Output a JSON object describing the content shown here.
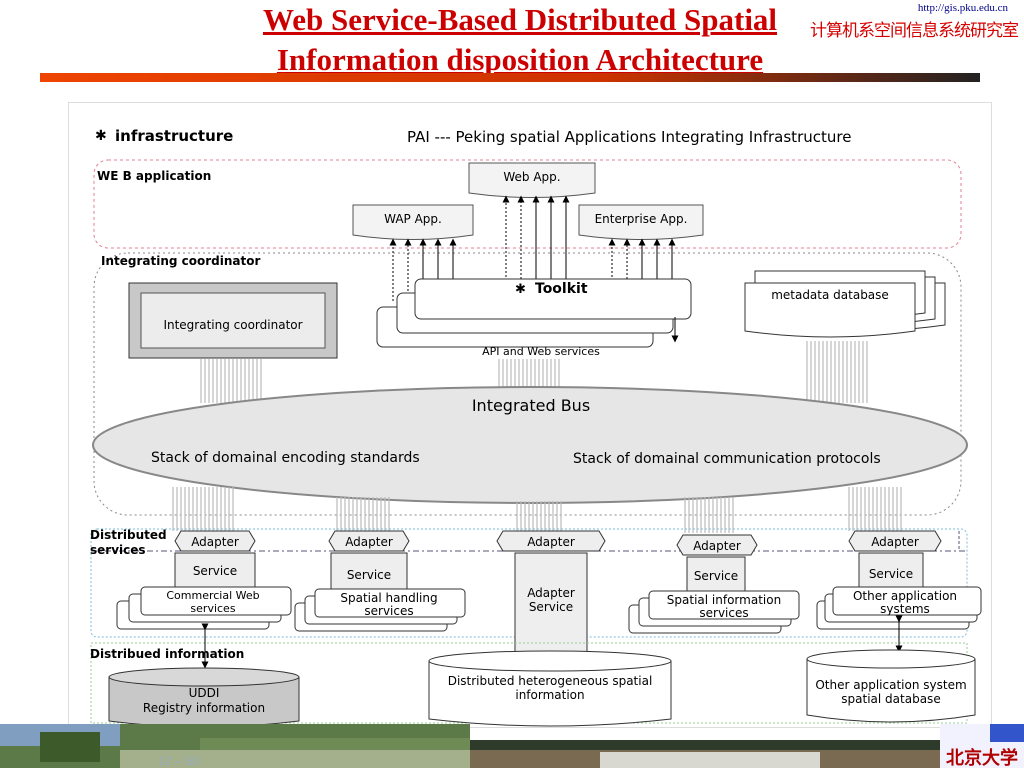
{
  "header": {
    "title_line1": "Web Service-Based Distributed Spatial",
    "title_line2": "Information disposition Architecture",
    "url": "http://gis.pku.edu.cn",
    "logo_text": "计算机系空间信息系统研究室"
  },
  "diagram": {
    "infrastructure_label": "infrastructure",
    "pai_label": "PAI ---  Peking spatial Applications Integrating Infrastructure",
    "web_app_section": "WE B  application",
    "web_app": "Web App.",
    "wap_app": "WAP App.",
    "enterprise_app": "Enterprise App.",
    "integrating_section": "Integrating coordinator",
    "integrating_box": "Integrating coordinator",
    "toolkit": "Toolkit",
    "api_web_services": "API and Web services",
    "metadata_db": "metadata database",
    "integrated_bus": "Integrated Bus",
    "stack_encoding": "Stack of domainal encoding standards",
    "stack_protocols": "Stack of domainal communication protocols",
    "distributed_services_l1": "Distributed",
    "distributed_services_l2": "services",
    "adapter": "Adapter",
    "service": "Service",
    "adapter_service_l1": "Adapter",
    "adapter_service_l2": "Service",
    "commercial_web_l1": "Commercial Web",
    "commercial_web_l2": "services",
    "spatial_handling_l1": "Spatial handling",
    "spatial_handling_l2": "services",
    "spatial_info_l1": "Spatial  information",
    "spatial_info_l2": "services",
    "other_app_l1": "Other application",
    "other_app_l2": "systems",
    "distributed_info": "Distribued information",
    "uddi_l1": "UDDI",
    "uddi_l2": "Registry information",
    "hetero_l1": "Distributed heterogeneous spatial",
    "hetero_l2": "information",
    "other_db_l1": "Other application system",
    "other_db_l2": "spatial database"
  },
  "footer": {
    "page": "12 -- 50",
    "university_logo": "北京大学"
  }
}
